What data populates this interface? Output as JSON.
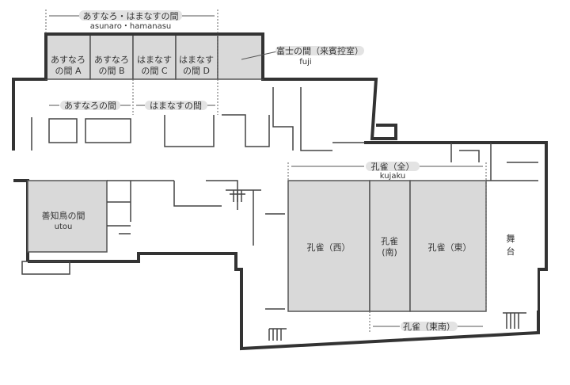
{
  "title": "フロアマップ",
  "rooms": {
    "asunaro_hamanasu": {
      "label": "あすなろ・はまなすの間",
      "roman": "asunaro・hamanasu"
    },
    "asunaro_a": {
      "line1": "あすなろ",
      "line2": "の間 A"
    },
    "asunaro_b": {
      "line1": "あすなろ",
      "line2": "の間 B"
    },
    "hamanasu_c": {
      "line1": "はまなす",
      "line2": "の間 C"
    },
    "hamanasu_d": {
      "line1": "はまなす",
      "line2": "の間 D"
    },
    "asunaro": {
      "label": "あすなろの間"
    },
    "hamanasu": {
      "label": "はまなすの間"
    },
    "fuji": {
      "label": "富士の間（来賓控室）",
      "roman": "fuji"
    },
    "kujaku_all": {
      "label": "孔雀（全）",
      "roman": "kujaku"
    },
    "kujaku_west": {
      "label": "孔雀（西）"
    },
    "kujaku_south": {
      "line1": "孔雀",
      "line2": "(南)"
    },
    "kujaku_east": {
      "label": "孔雀（東）"
    },
    "kujaku_southeast": {
      "label": "孔雀（東南）"
    },
    "stage": {
      "line1": "舞",
      "line2": "台"
    },
    "utou": {
      "label": "善知鳥の間",
      "roman": "utou"
    }
  },
  "colors": {
    "room_fill": "#d9d9d9",
    "wall": "#333333"
  }
}
